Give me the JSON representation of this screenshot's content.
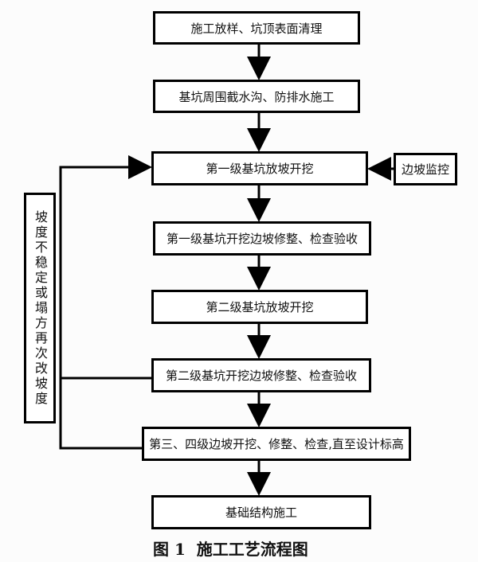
{
  "steps": [
    "施工放样、坑顶表面清理",
    "基坑周围截水沟、防排水施工",
    "第一级基坑放坡开挖",
    "第一级基坑开挖边坡修整、检查验收",
    "第二级基坑放坡开挖",
    "第二级基坑开挖边坡修整、检查验收",
    "第三、四级边坡开挖、修整、检查,直至设计标高",
    "基础结构施工"
  ],
  "monitor": "边坡监控",
  "feedback": "坡度不稳定或塌方再次改坡度",
  "caption": "图 1  施工工艺流程图"
}
